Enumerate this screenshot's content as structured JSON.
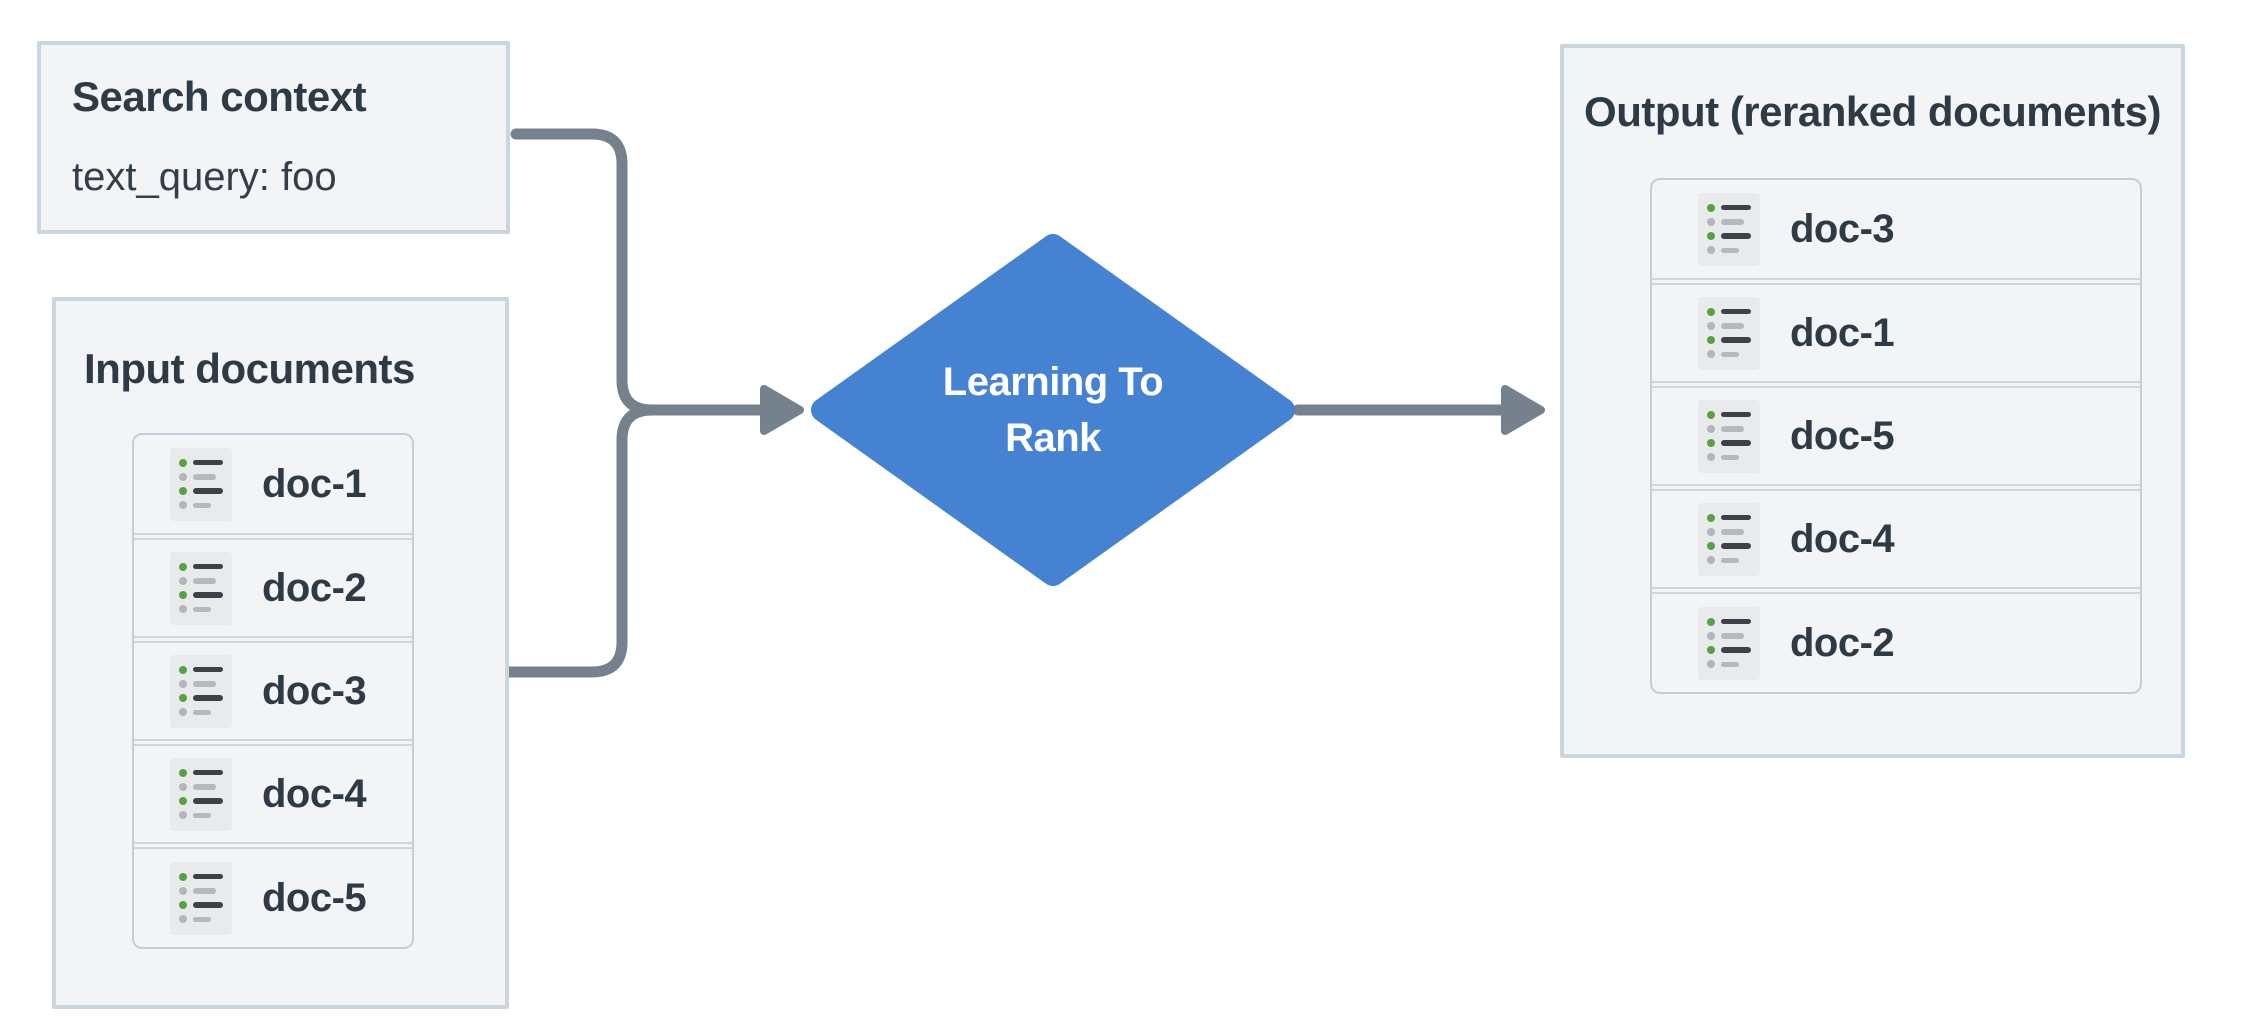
{
  "diagram": {
    "search_panel": {
      "title": "Search context",
      "body": "text_query: foo"
    },
    "input_panel": {
      "title": "Input documents",
      "documents": [
        "doc-1",
        "doc-2",
        "doc-3",
        "doc-4",
        "doc-5"
      ]
    },
    "processor": {
      "line1": "Learning To",
      "line2": "Rank"
    },
    "output_panel": {
      "title": "Output (reranked documents)",
      "documents": [
        "doc-3",
        "doc-1",
        "doc-5",
        "doc-4",
        "doc-2"
      ]
    },
    "icons": {
      "doc_icon": "document-list-icon"
    }
  },
  "colors": {
    "background": "#FFFFFF",
    "panel_bg": "#F2F4F6",
    "panel_border": "#CBD5DE",
    "list_border": "#C2CFDA",
    "separator": "#CCD7E0",
    "title_text": "#2E3A45",
    "body_text": "#333E48",
    "diamond": "#4682D2",
    "diamond_text": "#FFFFFF",
    "arrow": "#76818E",
    "icon_bg": "#E9EAEB",
    "icon_dark": "#3D4248",
    "icon_gray": "#B5B9BD",
    "icon_green": "#55A243",
    "icon_dot_gray": "#B2B6BA"
  }
}
